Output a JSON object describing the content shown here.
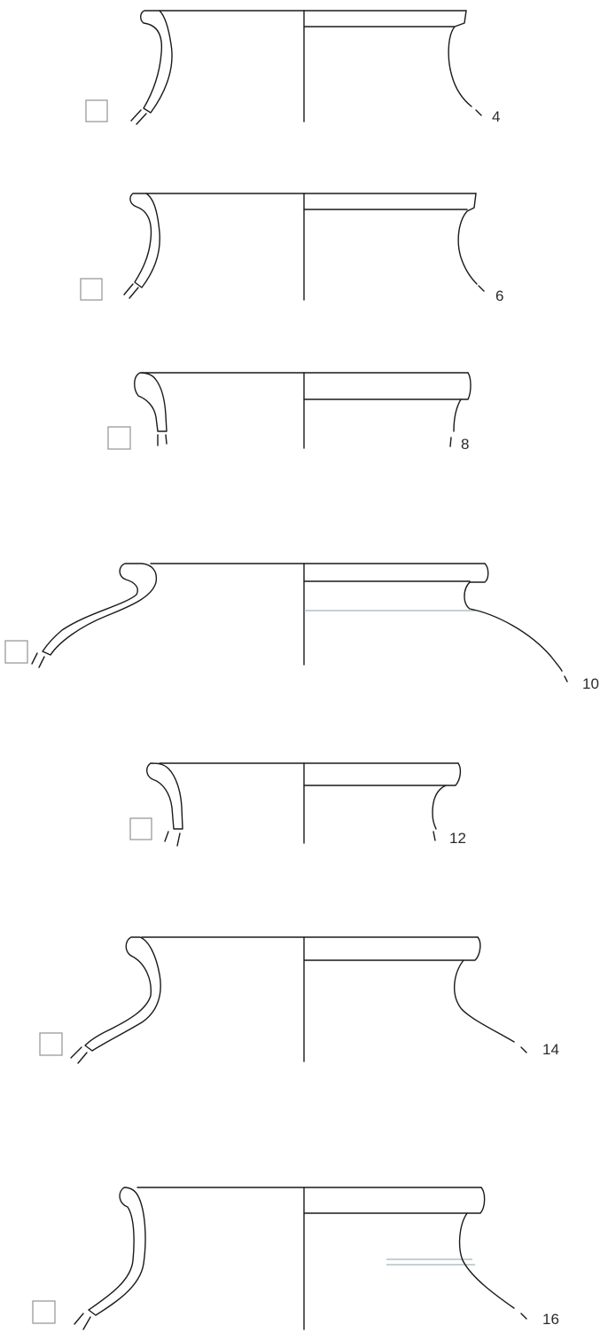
{
  "figures": [
    {
      "number": "4"
    },
    {
      "number": "6"
    },
    {
      "number": "8"
    },
    {
      "number": "10"
    },
    {
      "number": "12"
    },
    {
      "number": "14"
    },
    {
      "number": "16"
    }
  ]
}
